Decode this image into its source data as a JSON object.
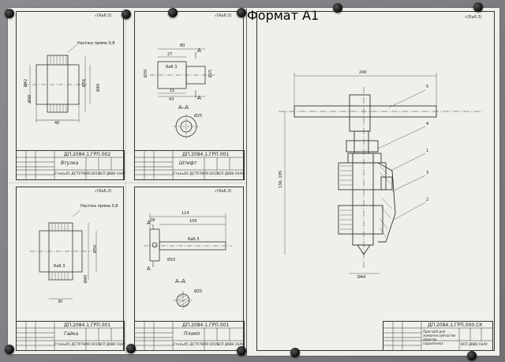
{
  "sheets": {
    "bushing": {
      "roughness": "√(Ra6.3)",
      "code": "ДП.2084.1.ГРП.002",
      "name": "Втулка",
      "material": "Сталь45 ДСТУ7809:2015",
      "org": "ВСП ДКВК СНАУ",
      "knurl_note": "Насічка пряма 0,8",
      "dims": [
        "40",
        "Ø42",
        "Ø30",
        "Ø56",
        "Ø40"
      ]
    },
    "pin_small": {
      "roughness": "√(Ra6.3)",
      "code": "ДП.2084.1.ГРП.001",
      "name": "Штифт",
      "material": "Сталь45 ДСТУ7809:2015",
      "org": "ВСП ДКВК СНАУ",
      "section": "А–А",
      "section_marks": [
        "А",
        "А"
      ],
      "dims": [
        "80",
        "27",
        "Ra6.3",
        "Ø30",
        "Ø15",
        "15",
        "43",
        "Ø25"
      ]
    },
    "nut": {
      "roughness": "√(Ra6.3)",
      "code": "ДП.2084.1.ГРП.001",
      "name": "Гайка",
      "material": "Сталь45 ДСТУ7809:2015",
      "org": "ВСП ДКВК СНАУ",
      "knurl_note": "Насічка пряма 0,8",
      "dims": [
        "Ø50",
        "Ø40",
        "30",
        "Ra6.3"
      ]
    },
    "handle": {
      "roughness": "√(Ra6.3)",
      "code": "ДП.2084.1.ГРП.001",
      "name": "Пломп",
      "material": "Сталь45 ДСТУ7809:2015",
      "org": "ВСП ДКВК СНАУ",
      "section": "А–А",
      "section_marks": [
        "А",
        "А"
      ],
      "dims": [
        "114",
        "28",
        "100",
        "Ra6.3",
        "Ø10",
        "Ø25"
      ]
    },
    "assembly": {
      "roughness": "√(Ra6.3)",
      "code": "ДП.2084.1.ГРП.000.СК",
      "name": "Пристрій для знімання зубчастих обмоток підшипника",
      "org": "ВСП ДКВК СНАУ",
      "format": "Формат А1",
      "dims": [
        "240",
        "Ø44",
        "136..195"
      ],
      "callouts": [
        "5",
        "4",
        "1",
        "3",
        "2"
      ]
    }
  }
}
